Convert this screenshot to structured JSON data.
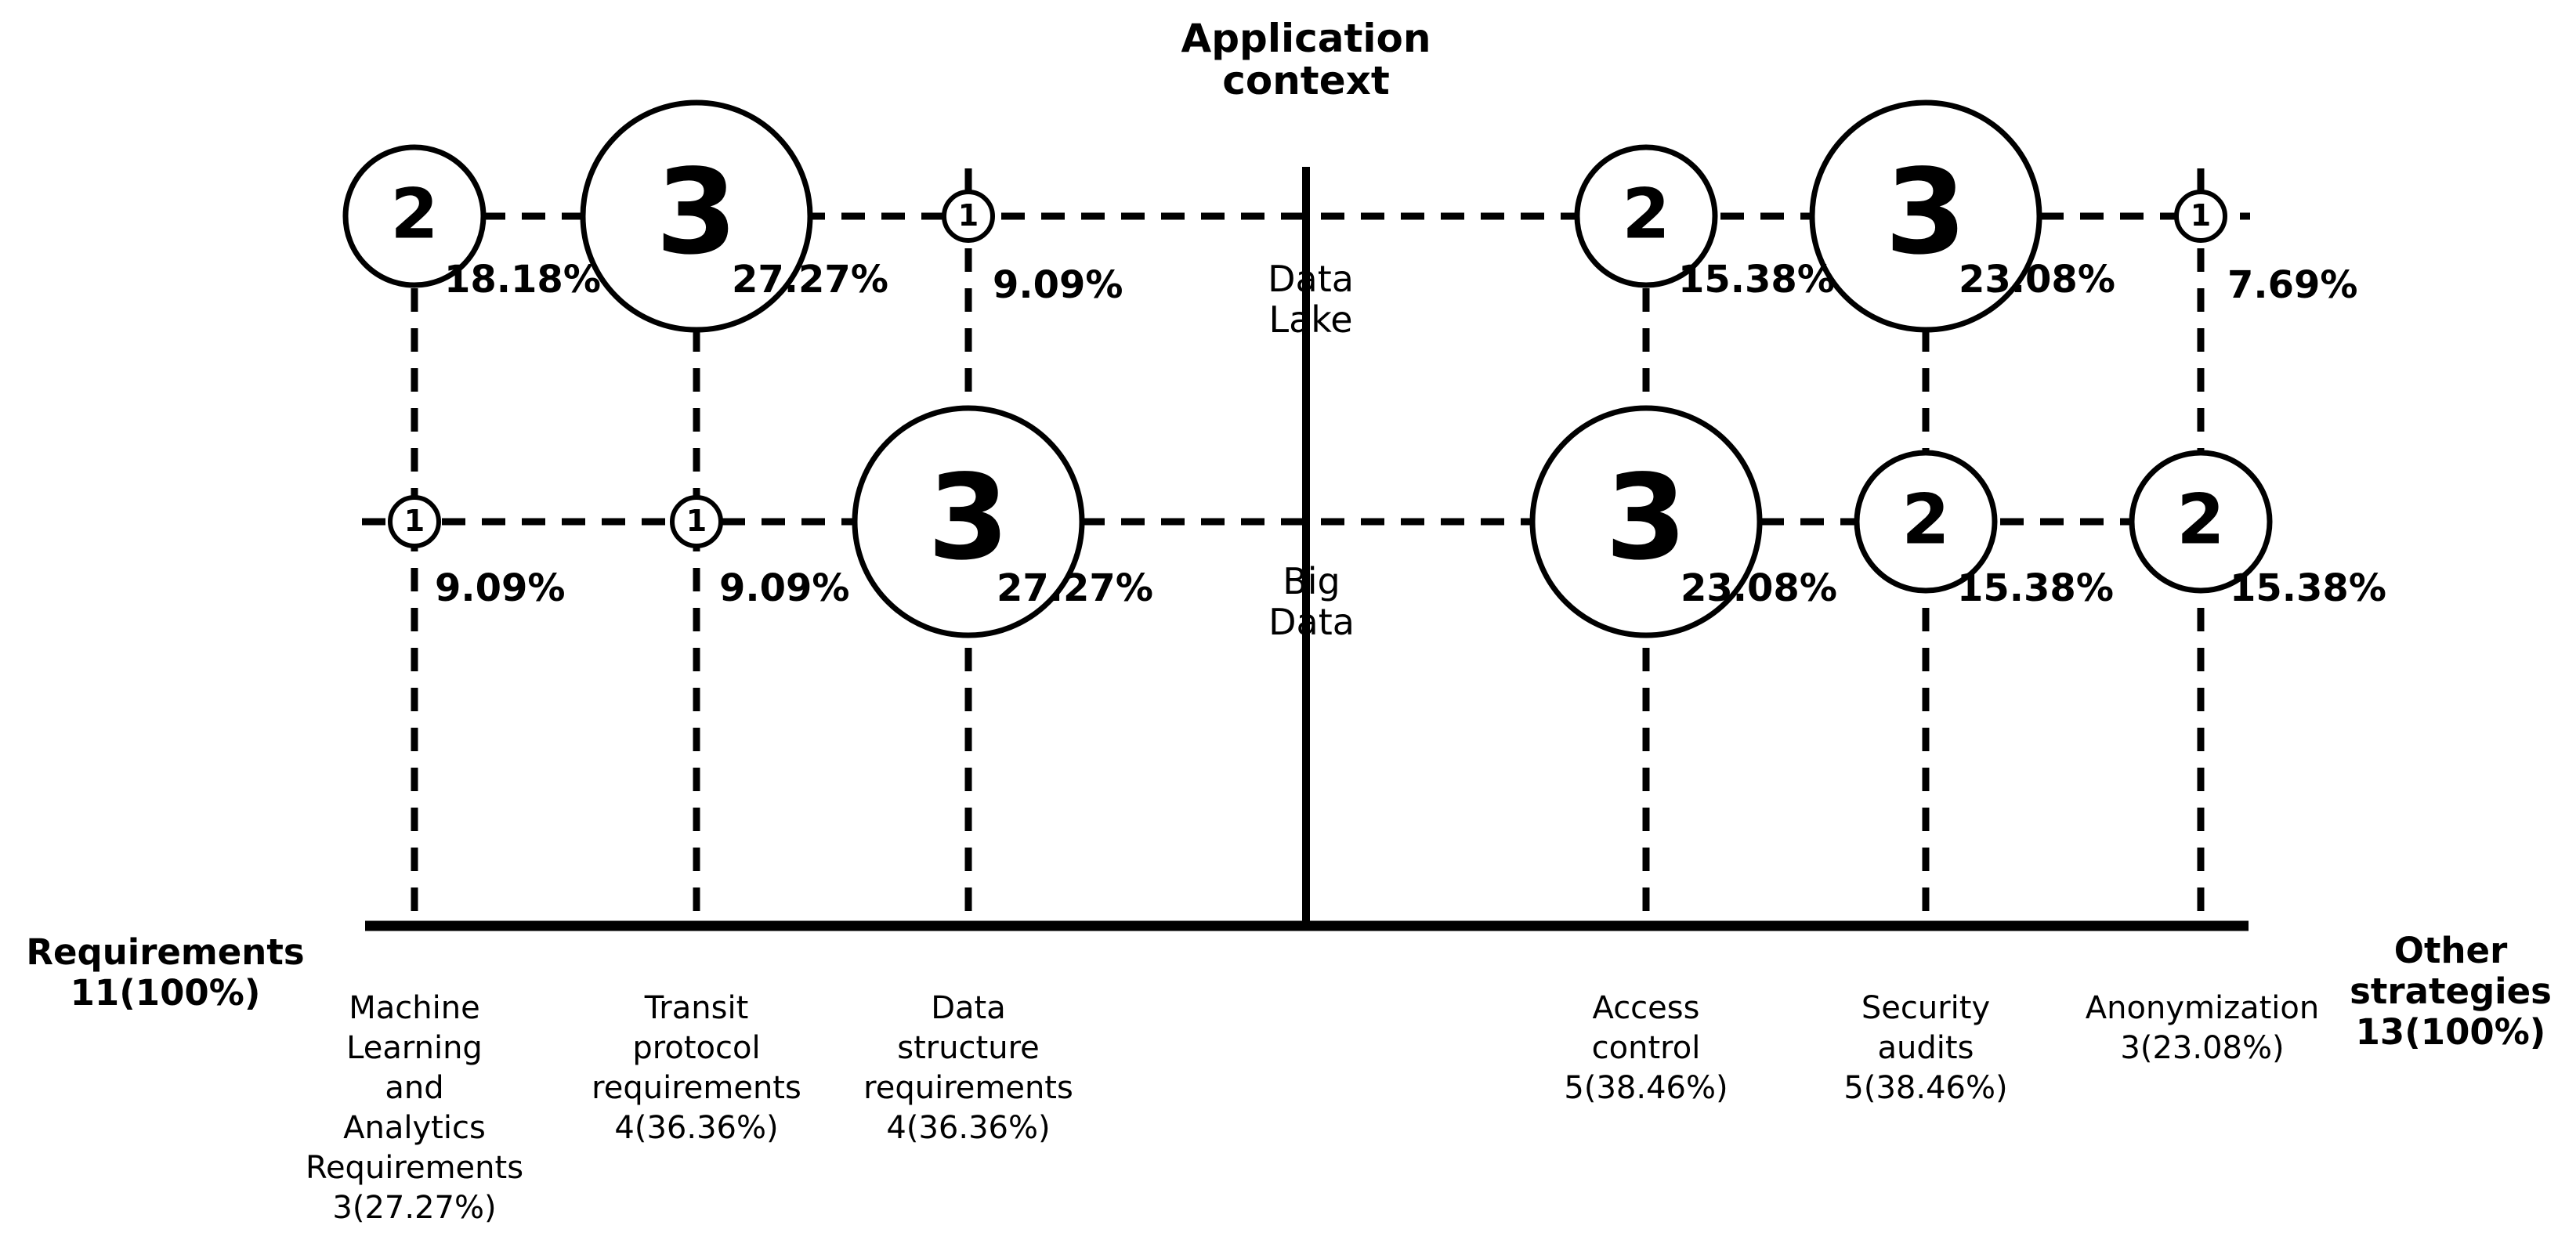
{
  "title": "Application\ncontext",
  "row_labels": {
    "top": "Data\nLake",
    "bottom": "Big\nData"
  },
  "axis_labels": {
    "left": "Requirements\n11(100%)",
    "right": "Other\nstrategies\n13(100%)"
  },
  "column_labels": [
    "Machine\nLearning\nand\nAnalytics\nRequirements\n3(27.27%)",
    "Transit\nprotocol\nrequirements\n4(36.36%)",
    "Data\nstructure\nrequirements\n4(36.36%)",
    "Access\ncontrol\n5(38.46%)",
    "Security\naudits\n5(38.46%)",
    "Anonymization\n3(23.08%)"
  ],
  "bubbles": [
    {
      "value": "2",
      "pct": "18.18%"
    },
    {
      "value": "3",
      "pct": "27.27%"
    },
    {
      "value": "1",
      "pct": "9.09%"
    },
    {
      "value": "2",
      "pct": "15.38%"
    },
    {
      "value": "3",
      "pct": "23.08%"
    },
    {
      "value": "1",
      "pct": "7.69%"
    },
    {
      "value": "1",
      "pct": "9.09%"
    },
    {
      "value": "1",
      "pct": "9.09%"
    },
    {
      "value": "3",
      "pct": "27.27%"
    },
    {
      "value": "3",
      "pct": "23.08%"
    },
    {
      "value": "2",
      "pct": "15.38%"
    },
    {
      "value": "2",
      "pct": "15.38%"
    }
  ],
  "colors": {
    "ink": "#000000",
    "background": "#ffffff"
  },
  "chart_data": {
    "type": "bubble",
    "title": "Application context",
    "row_axis": [
      "Data Lake",
      "Big Data"
    ],
    "left_group": {
      "label": "Requirements",
      "total": "11(100%)",
      "columns": [
        {
          "label": "Machine Learning and Analytics Requirements",
          "total": "3(27.27%)"
        },
        {
          "label": "Transit protocol requirements",
          "total": "4(36.36%)"
        },
        {
          "label": "Data structure requirements",
          "total": "4(36.36%)"
        }
      ]
    },
    "right_group": {
      "label": "Other strategies",
      "total": "13(100%)",
      "columns": [
        {
          "label": "Access control",
          "total": "5(38.46%)"
        },
        {
          "label": "Security audits",
          "total": "5(38.46%)"
        },
        {
          "label": "Anonymization",
          "total": "3(23.08%)"
        }
      ]
    },
    "points": [
      {
        "row": "Data Lake",
        "column": "Machine Learning and Analytics Requirements",
        "count": 2,
        "percent": "18.18%"
      },
      {
        "row": "Data Lake",
        "column": "Transit protocol requirements",
        "count": 3,
        "percent": "27.27%"
      },
      {
        "row": "Data Lake",
        "column": "Data structure requirements",
        "count": 1,
        "percent": "9.09%"
      },
      {
        "row": "Data Lake",
        "column": "Access control",
        "count": 2,
        "percent": "15.38%"
      },
      {
        "row": "Data Lake",
        "column": "Security audits",
        "count": 3,
        "percent": "23.08%"
      },
      {
        "row": "Data Lake",
        "column": "Anonymization",
        "count": 1,
        "percent": "7.69%"
      },
      {
        "row": "Big Data",
        "column": "Machine Learning and Analytics Requirements",
        "count": 1,
        "percent": "9.09%"
      },
      {
        "row": "Big Data",
        "column": "Transit protocol requirements",
        "count": 1,
        "percent": "9.09%"
      },
      {
        "row": "Big Data",
        "column": "Data structure requirements",
        "count": 3,
        "percent": "27.27%"
      },
      {
        "row": "Big Data",
        "column": "Access control",
        "count": 3,
        "percent": "23.08%"
      },
      {
        "row": "Big Data",
        "column": "Security audits",
        "count": 2,
        "percent": "15.38%"
      },
      {
        "row": "Big Data",
        "column": "Anonymization",
        "count": 2,
        "percent": "15.38%"
      }
    ],
    "legend_position": "none",
    "grid": "dashed"
  }
}
